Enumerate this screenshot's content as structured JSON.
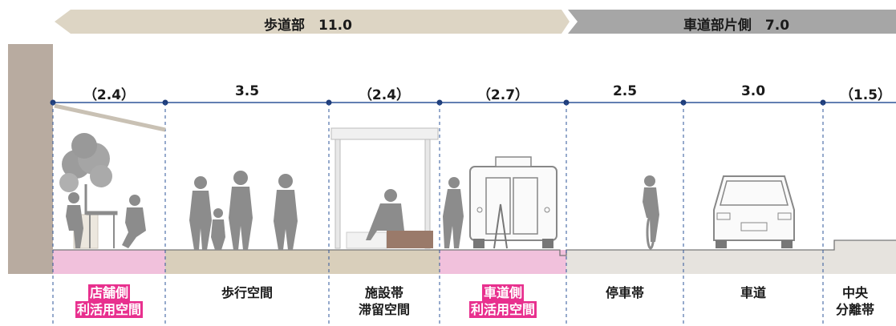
{
  "header": {
    "sidewalk": "歩道部　11.0",
    "roadway": "車道部片側　7.0"
  },
  "dimensions": [
    "（2.4）",
    "3.5",
    "（2.4）",
    "（2.7）",
    "2.5",
    "3.0",
    "（1.5）"
  ],
  "zones": [
    {
      "lines": [
        "店舗側",
        "利活用空間"
      ],
      "highlight": true
    },
    {
      "lines": [
        "歩行空間"
      ],
      "highlight": false
    },
    {
      "lines": [
        "施設帯",
        "滞留空間"
      ],
      "highlight": false
    },
    {
      "lines": [
        "車道側",
        "利活用空間"
      ],
      "highlight": true
    },
    {
      "lines": [
        "停車帯"
      ],
      "highlight": false
    },
    {
      "lines": [
        "車道"
      ],
      "highlight": false
    },
    {
      "lines": [
        "中央",
        "分離帯"
      ],
      "highlight": false
    }
  ],
  "colors": {
    "sidewalk_arrow": "#ddd5c4",
    "roadway_arrow": "#a6a6a6",
    "building_wall": "#b8aba0",
    "sidewalk_ground": "#d9cfbb",
    "utilization_ground": "#f1c1dc",
    "road_ground": "#e6e3de",
    "highlight": "#e8308e",
    "dimension_line": "#2e5599",
    "figures": "#8c8c8c"
  },
  "icons": [
    "tree-icon",
    "cafe-table-icon",
    "pedestrian-icon",
    "bench-shelter-icon",
    "food-truck-icon",
    "cyclist-icon",
    "car-rear-icon"
  ]
}
